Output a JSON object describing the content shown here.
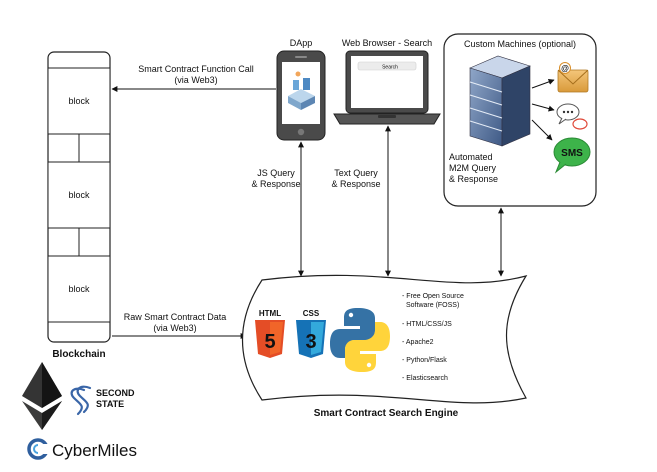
{
  "blockchain": {
    "blocks": [
      "block",
      "block",
      "block"
    ],
    "label": "Blockchain"
  },
  "arrows": {
    "function_call_line1": "Smart Contract Function Call",
    "function_call_line2": "(via Web3)",
    "raw_data_line1": "Raw Smart Contract Data",
    "raw_data_line2": "(via Web3)",
    "js_line1": "JS Query",
    "js_line2": "& Response",
    "text_line1": "Text Query",
    "text_line2": "& Response",
    "m2m_line1": "Automated",
    "m2m_line2": "M2M Query",
    "m2m_line3": "& Response"
  },
  "dapp": {
    "label": "DApp"
  },
  "browser": {
    "label": "Web Browser - Search",
    "search_placeholder": "Search"
  },
  "machines": {
    "label": "Custom Machines (optional)",
    "sms": "SMS"
  },
  "engine": {
    "label": "Smart Contract Search Engine",
    "features": [
      "- Free Open Source",
      "Software (FOSS)",
      "- HTML/CSS/JS",
      "- Apache2",
      "- Python/Flask",
      "- Elasticsearch"
    ],
    "html_badge": "HTML",
    "css_badge": "CSS",
    "html_num": "5",
    "css_num": "3"
  },
  "logos": {
    "second_state_line1": "SECOND",
    "second_state_line2": "STATE",
    "cybermiles": "CyberMiles"
  },
  "colors": {
    "html5": "#e44d26",
    "css3": "#1572b6",
    "python_blue": "#3572a5",
    "python_yellow": "#ffd43b",
    "sms_green": "#3db34a",
    "cybermiles_blue": "#2f5f9e",
    "second_state_blue": "#3a66a8"
  }
}
